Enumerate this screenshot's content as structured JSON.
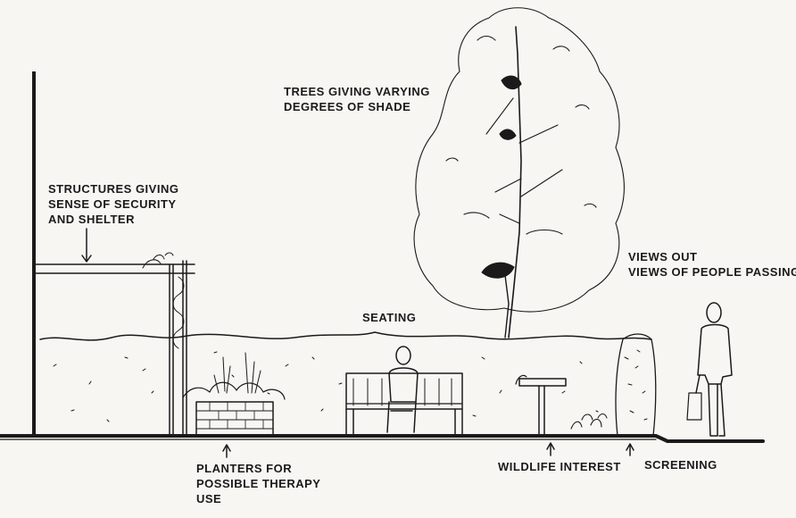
{
  "diagram": {
    "labels": {
      "trees": [
        "TREES GIVING VARYING",
        "DEGREES OF SHADE"
      ],
      "structures": [
        "STRUCTURES GIVING",
        "SENSE OF SECURITY",
        "AND SHELTER"
      ],
      "views": [
        "VIEWS OUT",
        "VIEWS OF PEOPLE PASSING"
      ],
      "seating": "SEATING",
      "planters": [
        "PLANTERS FOR",
        "POSSIBLE THERAPY",
        "USE"
      ],
      "wildlife": "WILDLIFE INTEREST",
      "screening": "SCREENING"
    }
  },
  "colors": {
    "ink": "#1a1a1a",
    "paper": "#f7f6f3"
  }
}
